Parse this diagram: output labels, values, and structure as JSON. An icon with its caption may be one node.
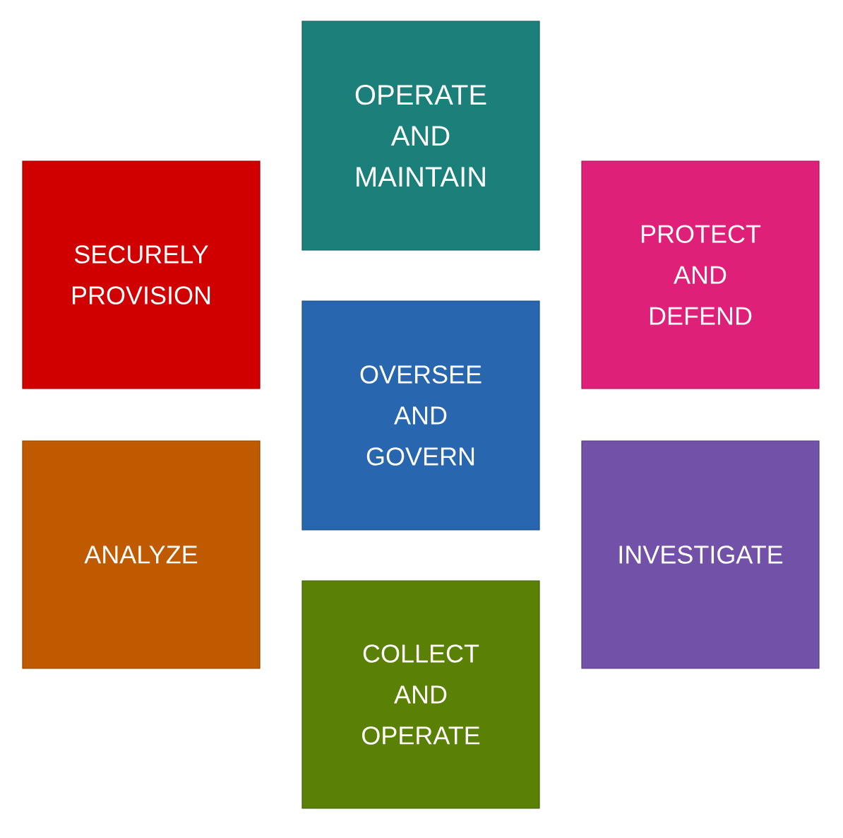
{
  "diagram": {
    "nodes": [
      {
        "text": [
          "OPERATE AND MAINTAIN"
        ]
      },
      {
        "text": [
          "SECURELY PROVISION"
        ]
      },
      {
        "text": [
          "PROTECT AND DEFEND"
        ]
      },
      {
        "text": [
          "OVERSEE AND GOVERN"
        ]
      },
      {
        "text": [
          "ANALYZE"
        ]
      },
      {
        "text": [
          "INVESTIGATE"
        ]
      },
      {
        "text": [
          "COLLECT AND OPERATE"
        ]
      }
    ]
  }
}
